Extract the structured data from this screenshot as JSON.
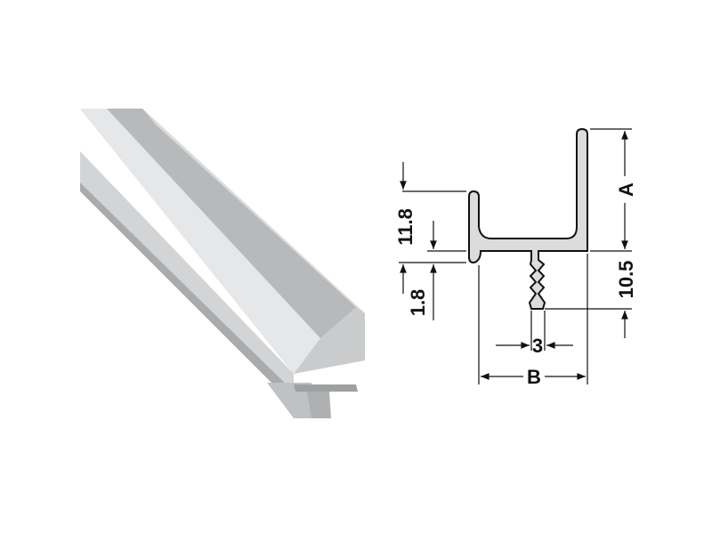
{
  "diagram": {
    "labels": {
      "height_a": "A",
      "width_b": "B",
      "flange_height": "11.8",
      "flange_offset": "1.8",
      "stem_depth": "10.5",
      "stem_width": "3"
    },
    "colors": {
      "profile_fill": "#dcdcdc",
      "outline": "#111111",
      "aluminium": "#c8cacb"
    }
  }
}
